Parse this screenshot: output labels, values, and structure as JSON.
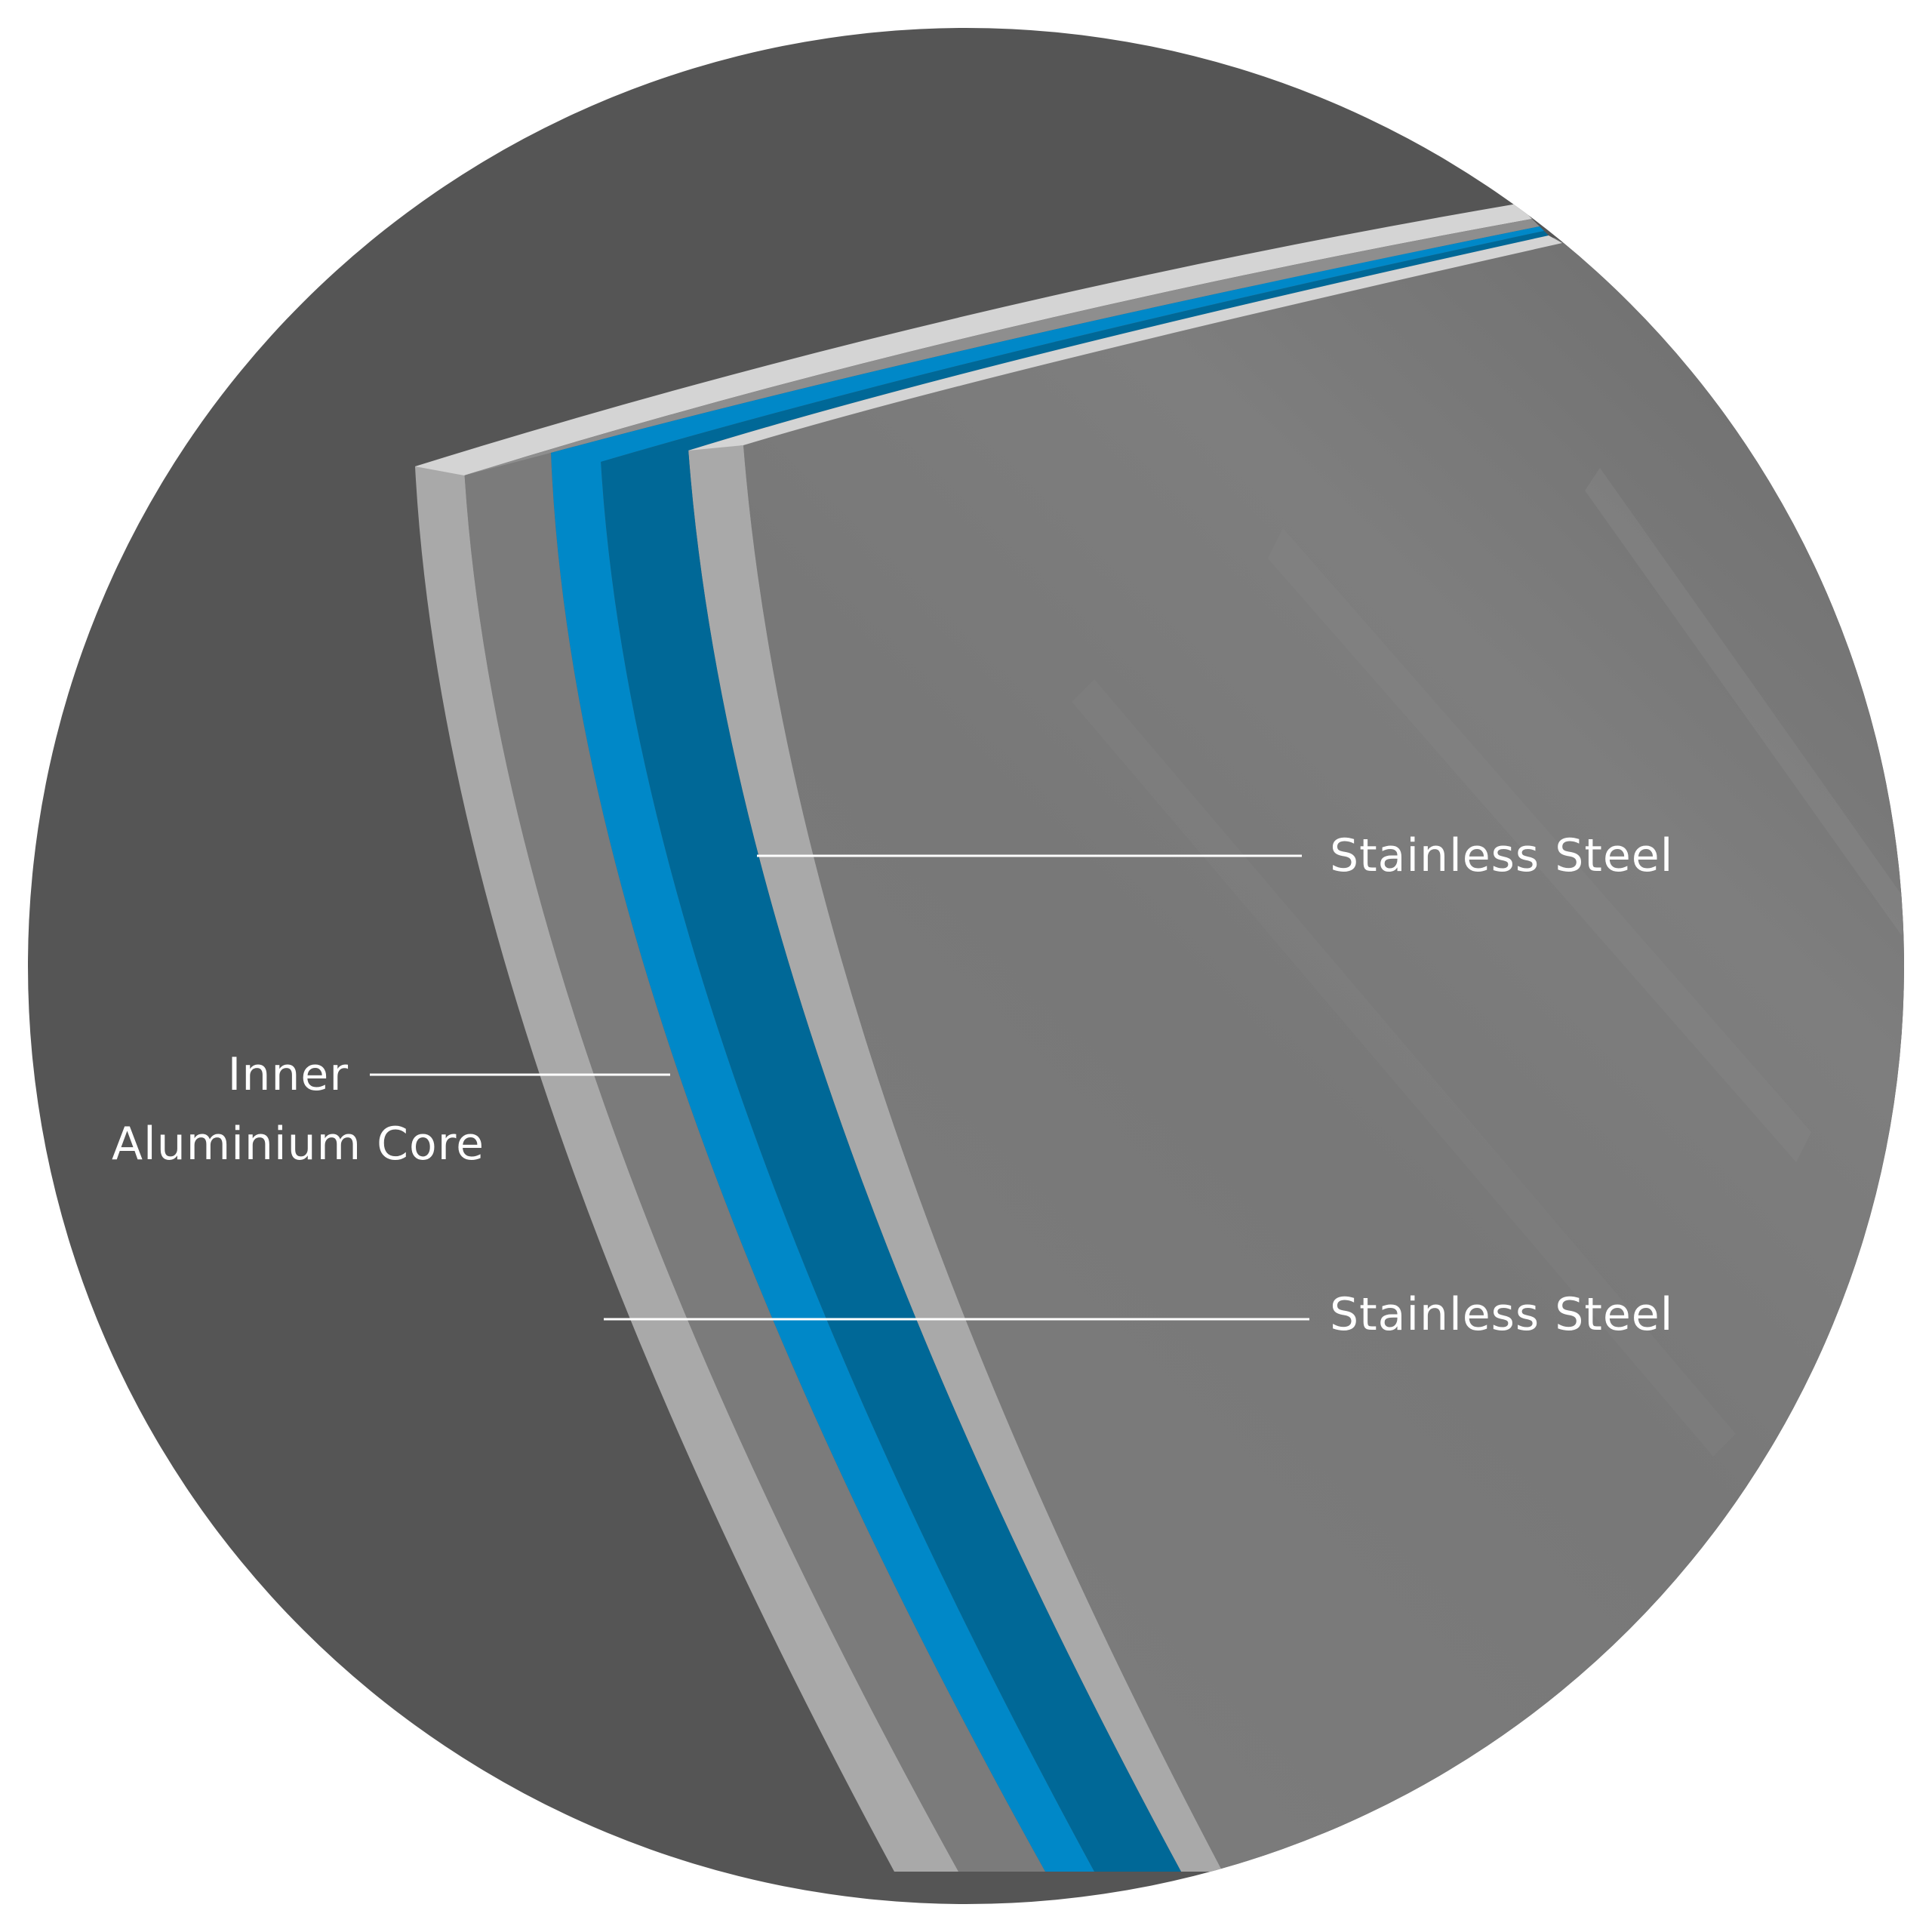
{
  "labels": {
    "outer_layer": "Stainless Steel",
    "inner_layer": "Stainless Steel",
    "core_line1": "Inner",
    "core_line2": "Aluminium Core"
  },
  "colors": {
    "background_circle": "#555555",
    "pan_body": "#7b7b7b",
    "steel_layer": "#a9a9a9",
    "steel_top_edge": "#d4d4d4",
    "aluminium_light": "#0088c8",
    "aluminium_dark": "#006897",
    "label_text": "#ffffff",
    "leader_line": "#ffffff"
  }
}
